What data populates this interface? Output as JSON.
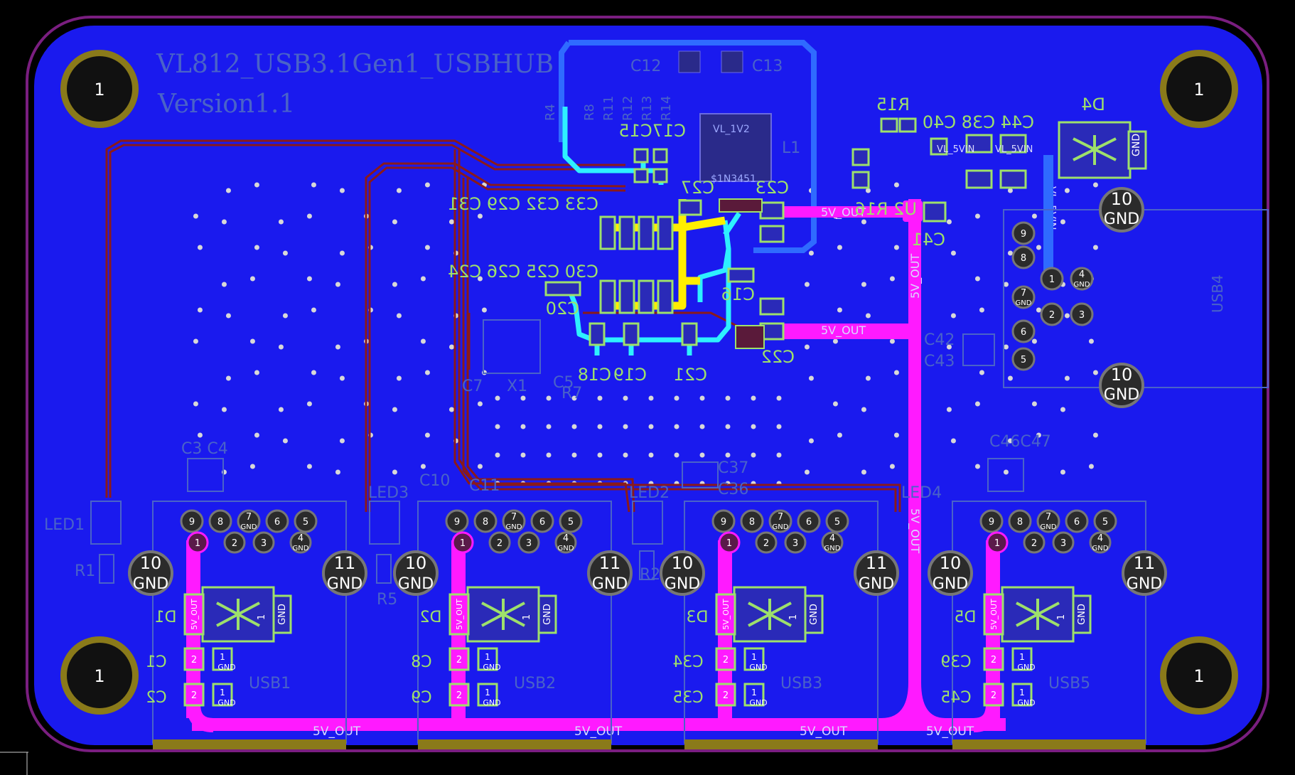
{
  "colors": {
    "background": "#000000",
    "copper_pour": "#1a1aee",
    "outline": "#7a1e80",
    "silk_green": "#9ee06b",
    "power_net": "#ff1aff",
    "trace_yellow": "#ffee00",
    "trace_cyan": "#2ef0ff",
    "trace_red": "#8a1a1a",
    "pad_dark": "#2b2b2b",
    "pad_gold": "#8a7a1a",
    "faint_silk": "#4a63c8"
  },
  "board": {
    "title_line1": "VL812_USB3.1Gen1_USBHUB",
    "title_line2": "Version1.1"
  },
  "mount_holes": [
    {
      "label": "1"
    },
    {
      "label": "1"
    },
    {
      "label": "1"
    },
    {
      "label": "1"
    }
  ],
  "net_labels": {
    "five_v_out": "5V_OUT",
    "vl_5vin": "VL_5VIN",
    "vl_1v2": "VL_1V2",
    "gnd": "GND",
    "part_1n3451": "$1N3451"
  },
  "designators": {
    "u2": "U2",
    "r16": "R16",
    "r15": "R15",
    "c40": "C40",
    "c38": "C38",
    "c44": "C44",
    "d4": "D4",
    "c41": "C41",
    "l1": "L1",
    "c12": "C12",
    "c13": "C13",
    "c17": "C17",
    "c15": "C15",
    "c27": "C27",
    "c23": "C23",
    "c22": "C22",
    "c16": "C16",
    "row_caps_top": "C33 C32 C29 C31",
    "row_caps_bot": "C30 C25 C26 C24",
    "c20": "C20",
    "c18": "C18",
    "c19": "C19",
    "c21": "C21",
    "x1": "X1",
    "c7": "C7",
    "c5": "C5",
    "r7": "R7",
    "r4": "R4",
    "r8": "R8",
    "r11": "R11",
    "r12": "R12",
    "r13": "R13",
    "r14": "R14",
    "c3c4": "C3 C4",
    "c10": "C10",
    "c11": "C11",
    "c37": "C37",
    "c36": "C36",
    "c46c47": "C46C47",
    "c42": "C42",
    "c43": "C43",
    "led1": "LED1",
    "led2": "LED2",
    "led3": "LED3",
    "led4": "LED4",
    "r1": "R1",
    "r2": "R2",
    "r5": "R5",
    "d1": "D1",
    "d2": "D2",
    "d3": "D3",
    "d5": "D5",
    "c1": "C1",
    "c2": "C2",
    "c8": "C8",
    "c9": "C9",
    "c34": "C34",
    "c35": "C35",
    "c39": "C39",
    "c45": "C45",
    "usb1": "USB1",
    "usb2": "USB2",
    "usb3": "USB3",
    "usb4": "USB4",
    "usb5": "USB5"
  },
  "pin_labels": {
    "p1": "1",
    "p2": "2",
    "p3": "3",
    "p4": "4",
    "p5": "5",
    "p6": "6",
    "p7": "7",
    "p8": "8",
    "p9": "9",
    "p10": "10",
    "p11": "11"
  }
}
